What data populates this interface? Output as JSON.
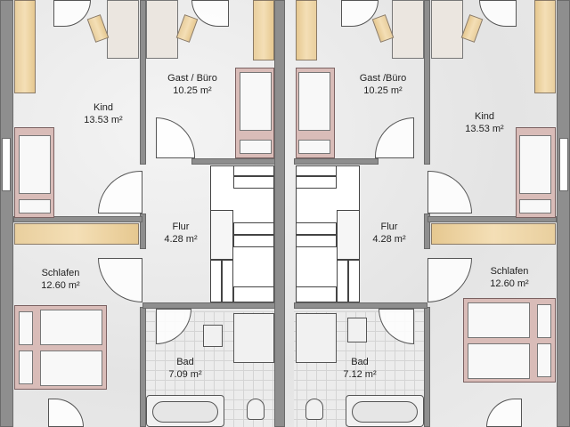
{
  "rooms_left": [
    {
      "name": "Kind",
      "area": "13.53 m²"
    },
    {
      "name": "Gast / Büro",
      "area": "10.25 m²"
    },
    {
      "name": "Flur",
      "area": "4.28 m²"
    },
    {
      "name": "Schlafen",
      "area": "12.60 m²"
    },
    {
      "name": "Bad",
      "area": "7.09 m²"
    }
  ],
  "rooms_right": [
    {
      "name": "Gast /Büro",
      "area": "10.25 m²"
    },
    {
      "name": "Kind",
      "area": "13.53 m²"
    },
    {
      "name": "Flur",
      "area": "4.28 m²"
    },
    {
      "name": "Schlafen",
      "area": "12.60 m²"
    },
    {
      "name": "Bad",
      "area": "7.12 m²"
    }
  ]
}
